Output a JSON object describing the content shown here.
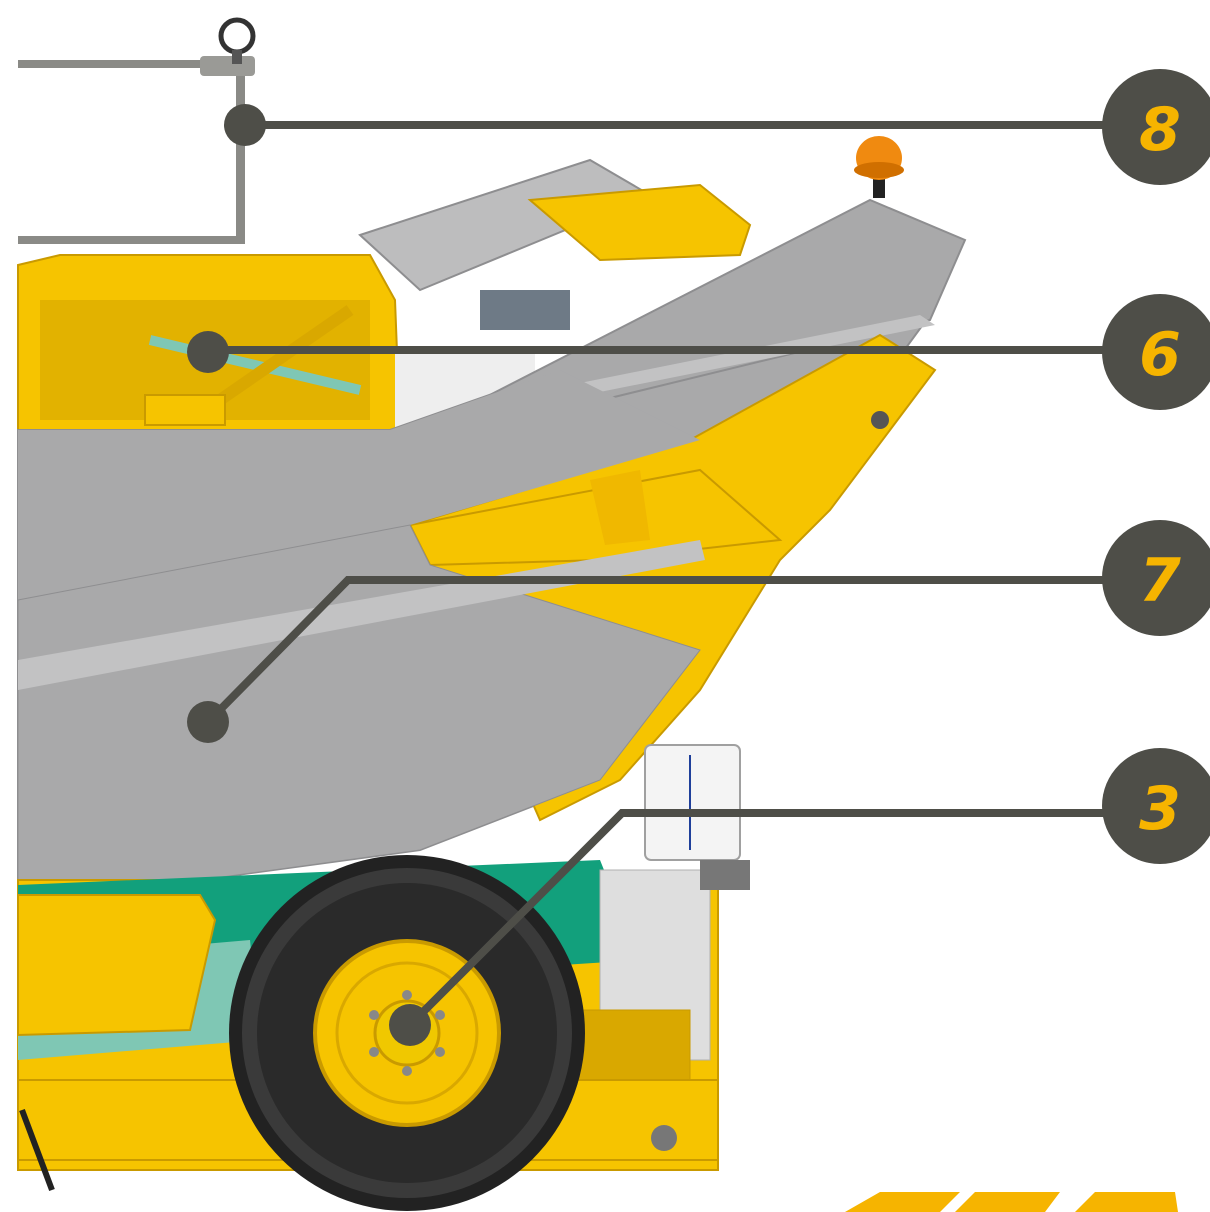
{
  "colors": {
    "background": "#ffffff",
    "machine_yellow": "#f6c400",
    "machine_yellow_dark": "#d9a800",
    "hopper_gray": "#a9a9aa",
    "hopper_gray_light": "#c2c2c3",
    "hopper_gray_dark": "#8e8e90",
    "green_panel": "#12a07c",
    "green_panel_light": "#7fc7b4",
    "tire": "#222222",
    "tire_tread": "#3a3a3a",
    "callout_line": "#4e4e48",
    "badge_fill": "#4e4e48",
    "badge_text": "#f6b400",
    "beacon": "#f08a10",
    "frame_metal": "#8a8a86"
  },
  "callouts": [
    {
      "id": "8",
      "label": "8",
      "target": "frame"
    },
    {
      "id": "6",
      "label": "6",
      "target": "conveyor"
    },
    {
      "id": "7",
      "label": "7",
      "target": "hopper"
    },
    {
      "id": "3",
      "label": "3",
      "target": "wheel"
    }
  ]
}
